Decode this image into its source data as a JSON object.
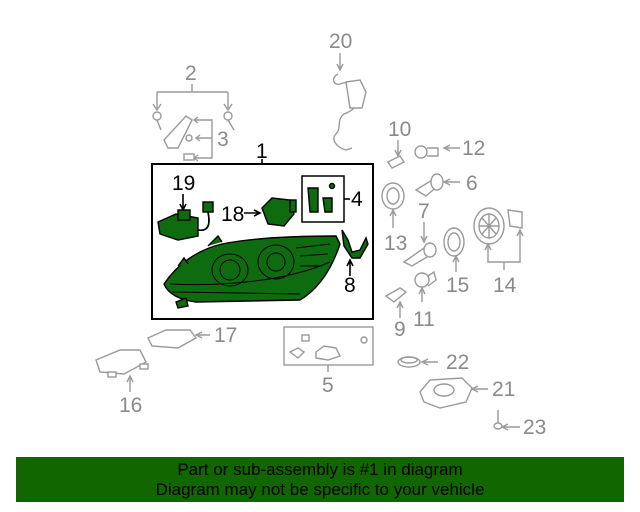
{
  "diagram": {
    "highlight_color": "#0f6b0f",
    "line_color_normal": "#9a9a9a",
    "line_color_highlight": "#000000",
    "callouts": [
      {
        "id": "1",
        "label": "1"
      },
      {
        "id": "2",
        "label": "2"
      },
      {
        "id": "3",
        "label": "3"
      },
      {
        "id": "4",
        "label": "4"
      },
      {
        "id": "5",
        "label": "5"
      },
      {
        "id": "6",
        "label": "6"
      },
      {
        "id": "7",
        "label": "7"
      },
      {
        "id": "8",
        "label": "8"
      },
      {
        "id": "9",
        "label": "9"
      },
      {
        "id": "10",
        "label": "10"
      },
      {
        "id": "11",
        "label": "11"
      },
      {
        "id": "12",
        "label": "12"
      },
      {
        "id": "13",
        "label": "13"
      },
      {
        "id": "14",
        "label": "14"
      },
      {
        "id": "15",
        "label": "15"
      },
      {
        "id": "16",
        "label": "16"
      },
      {
        "id": "17",
        "label": "17"
      },
      {
        "id": "18",
        "label": "18"
      },
      {
        "id": "19",
        "label": "19"
      },
      {
        "id": "20",
        "label": "20"
      },
      {
        "id": "21",
        "label": "21"
      },
      {
        "id": "22",
        "label": "22"
      },
      {
        "id": "23",
        "label": "23"
      }
    ]
  },
  "banner": {
    "background": "#116600",
    "line1": "Part or sub-assembly is #1 in diagram",
    "line2": "Diagram may not be specific to your vehicle"
  }
}
